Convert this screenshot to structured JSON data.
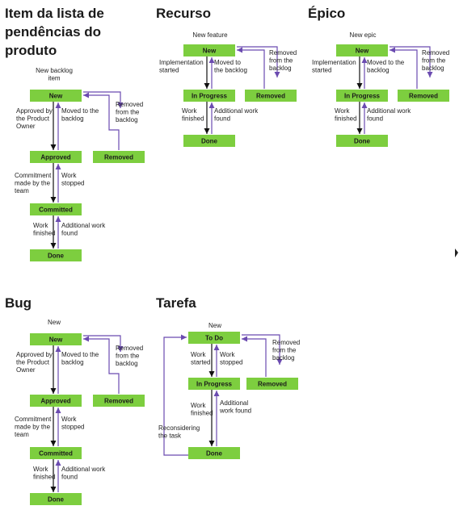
{
  "colors": {
    "state_fill": "#7dce3f",
    "forward_arrow": "#111111",
    "backward_arrow": "#6b4bb0",
    "text": "#1a1a1a"
  },
  "diagrams": [
    {
      "id": "backlog",
      "title_lines": [
        "Item da lista de",
        "pendências do",
        "produto"
      ],
      "states": {
        "new": "New",
        "approved": "Approved",
        "committed": "Committed",
        "done": "Done",
        "removed": "Removed"
      },
      "labels": {
        "start": [
          "New backlog",
          "item"
        ],
        "approve": [
          "Approved by",
          "the Product",
          "Owner"
        ],
        "moved_back": [
          "Moved to the",
          "backlog"
        ],
        "removed": [
          "Removed",
          "from the",
          "backlog"
        ],
        "commit": [
          "Commitment",
          "made by the",
          "team"
        ],
        "stopped": [
          "Work",
          "stopped"
        ],
        "finished": [
          "Work",
          "finished"
        ],
        "additional": [
          "Additional work",
          "found"
        ]
      }
    },
    {
      "id": "feature",
      "title_lines": [
        "Recurso"
      ],
      "states": {
        "new": "New",
        "in_progress": "In Progress",
        "done": "Done",
        "removed": "Removed"
      },
      "labels": {
        "start": [
          "New feature"
        ],
        "started": [
          "Implementation",
          "started"
        ],
        "moved_back": [
          "Moved to",
          "the backlog"
        ],
        "removed": [
          "Removed",
          "from the",
          "backlog"
        ],
        "finished": [
          "Work",
          "finished"
        ],
        "additional": [
          "Additional work",
          "found"
        ]
      }
    },
    {
      "id": "epic",
      "title_lines": [
        "Épico"
      ],
      "states": {
        "new": "New",
        "in_progress": "In Progress",
        "done": "Done",
        "removed": "Removed"
      },
      "labels": {
        "start": [
          "New epic"
        ],
        "started": [
          "Implementation",
          "started"
        ],
        "moved_back": [
          "Moved to the",
          "backlog"
        ],
        "removed": [
          "Removed",
          "from the",
          "backlog"
        ],
        "finished": [
          "Work",
          "finished"
        ],
        "additional": [
          "Additional work",
          "found"
        ]
      }
    },
    {
      "id": "bug",
      "title_lines": [
        "Bug"
      ],
      "states": {
        "new": "New",
        "approved": "Approved",
        "committed": "Committed",
        "done": "Done",
        "removed": "Removed"
      },
      "labels": {
        "start": [
          "New"
        ],
        "approve": [
          "Approved by",
          "the Product",
          "Owner"
        ],
        "moved_back": [
          "Moved to the",
          "backlog"
        ],
        "removed": [
          "Removed",
          "from the",
          "backlog"
        ],
        "commit": [
          "Commitment",
          "made by the",
          "team"
        ],
        "stopped": [
          "Work",
          "stopped"
        ],
        "finished": [
          "Work",
          "finished"
        ],
        "additional": [
          "Additional work",
          "found"
        ]
      }
    },
    {
      "id": "task",
      "title_lines": [
        "Tarefa"
      ],
      "states": {
        "todo": "To Do",
        "in_progress": "In Progress",
        "done": "Done",
        "removed": "Removed"
      },
      "labels": {
        "start": [
          "New"
        ],
        "started": [
          "Work",
          "started"
        ],
        "stopped": [
          "Work",
          "stopped"
        ],
        "removed": [
          "Removed",
          "from the",
          "backlog"
        ],
        "finished": [
          "Work",
          "finished"
        ],
        "additional": [
          "Additional",
          "work found"
        ],
        "reconsider": [
          "Reconsidering",
          "the task"
        ]
      }
    }
  ]
}
